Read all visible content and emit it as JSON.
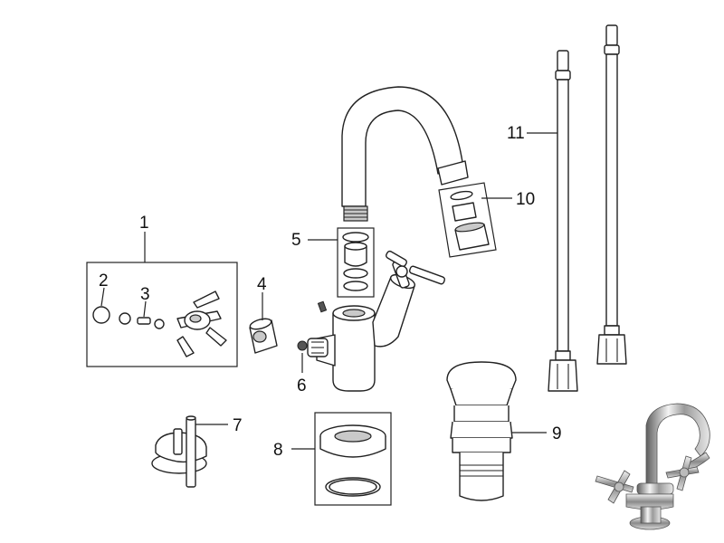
{
  "callouts": {
    "c1": "1",
    "c2": "2",
    "c3": "3",
    "c4": "4",
    "c5": "5",
    "c6": "6",
    "c7": "7",
    "c8": "8",
    "c9": "9",
    "c10": "10",
    "c11": "11"
  },
  "colors": {
    "line": "#222222",
    "background": "#ffffff",
    "chrome_light": "#f2f2f2",
    "chrome_dark": "#6e6e6e"
  }
}
